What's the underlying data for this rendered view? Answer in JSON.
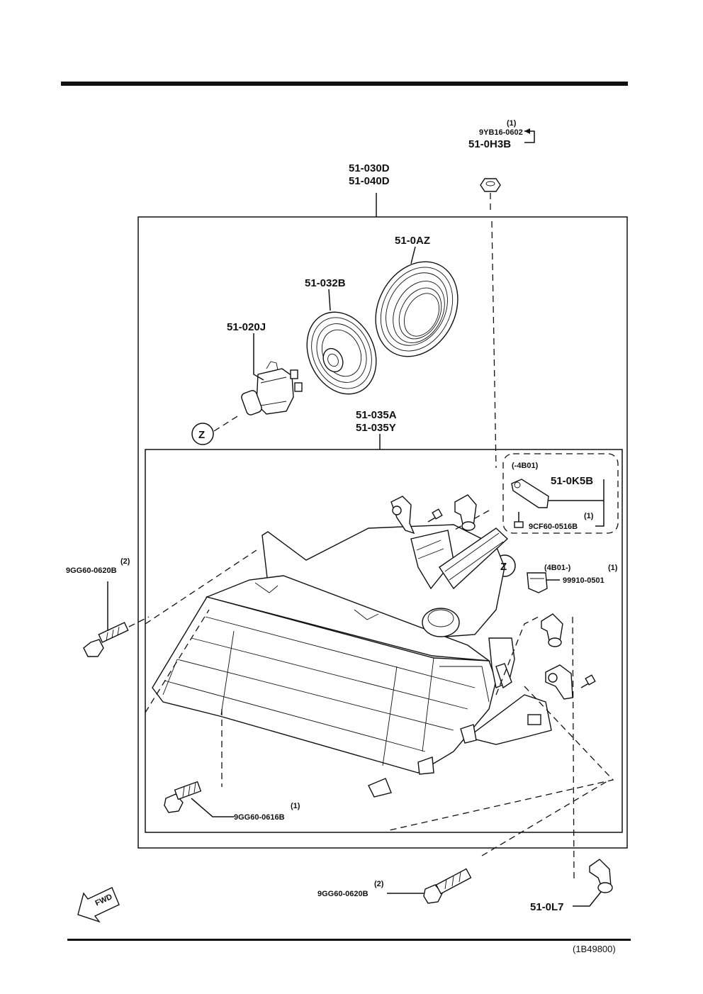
{
  "labels": {
    "bulb_nut_qty": "(1)",
    "bulb_nut_part": "9YB16-0602",
    "nut": "51-0H3B",
    "assembly_1": "51-030D",
    "assembly_2": "51-040D",
    "ring": "51-0AZ",
    "cover": "51-032B",
    "bulb": "51-020J",
    "unit_1": "51-035A",
    "unit_2": "51-035Y",
    "z_marker": "Z",
    "variant_a": "(-4B01)",
    "bracket": "51-0K5B",
    "bracket_screw_qty": "(1)",
    "bracket_screw": "9CF60-0516B",
    "variant_b": "(4B01-)",
    "clip_qty": "(1)",
    "clip": "99910-0501",
    "bolt_left_qty": "(2)",
    "bolt_left": "9GG60-0620B",
    "bolt_bottom_qty": "(1)",
    "bolt_bottom": "9GG60-0616B",
    "bolt_lower_qty": "(2)",
    "bolt_lower": "9GG60-0620B",
    "socket": "51-0L7",
    "fwd": "FWD",
    "diagram_id": "(1B49800)"
  }
}
